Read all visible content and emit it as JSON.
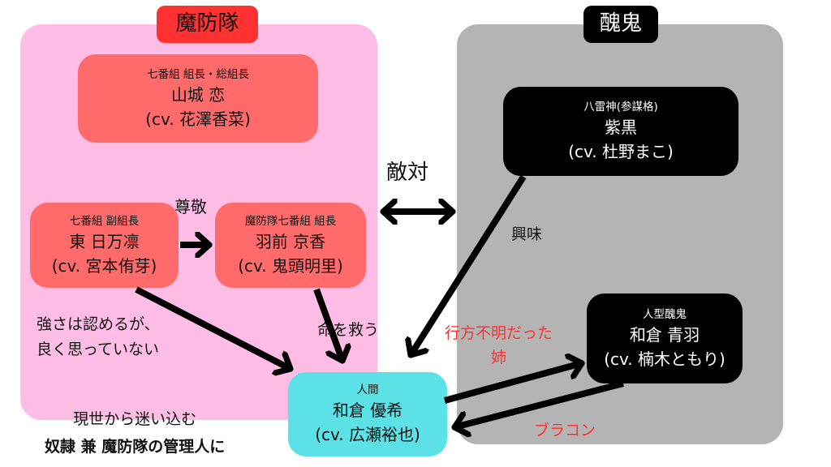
{
  "groups": {
    "mabou": {
      "title": "魔防隊",
      "color": "#ff3131",
      "panel_color": "#ffbde6"
    },
    "shuki": {
      "title": "醜鬼",
      "color": "#000000",
      "panel_color": "#b3b4b3"
    }
  },
  "characters": {
    "yamashiro": {
      "role": "七番組 組長・総組長",
      "name": "山城 恋",
      "cv": "(cv. 花澤香菜)",
      "color": "#ff6b6b"
    },
    "azuma": {
      "role": "七番組 副組長",
      "name": "東 日万凛",
      "cv": "(cv. 宮本侑芽)",
      "color": "#ff6b6b"
    },
    "hamae": {
      "role": "魔防隊七番組 組長",
      "name": "羽前 京香",
      "cv": "(cv. 鬼頭明里)",
      "color": "#ff6b6b"
    },
    "shikoku": {
      "role": "八雷神(参謀格)",
      "name": "紫黒",
      "cv": "(cv. 杜野まこ)",
      "color": "#000000"
    },
    "aoba": {
      "role": "人型醜鬼",
      "name": "和倉 青羽",
      "cv": "(cv. 楠木ともり)",
      "color": "#000000"
    },
    "yuki": {
      "role": "人間",
      "name": "和倉 優希",
      "cv": "(cv. 広瀬裕也)",
      "color": "#5ce1e6"
    }
  },
  "relations": {
    "sonkei": "尊敬",
    "tekitai": "敵対",
    "kyoumi": "興味",
    "tsuyosa_line1": "強さは認めるが、",
    "tsuyosa_line2": "良く思っていない",
    "inochi": "命を救う",
    "ane_line1": "行方不明だった",
    "ane_line2": "姉",
    "bracon": "ブラコン",
    "genze_line1": "現世から迷い込む",
    "genze_line2": "奴隷 兼 魔防隊の管理人に",
    "accent_text_color": "#ff3131"
  }
}
